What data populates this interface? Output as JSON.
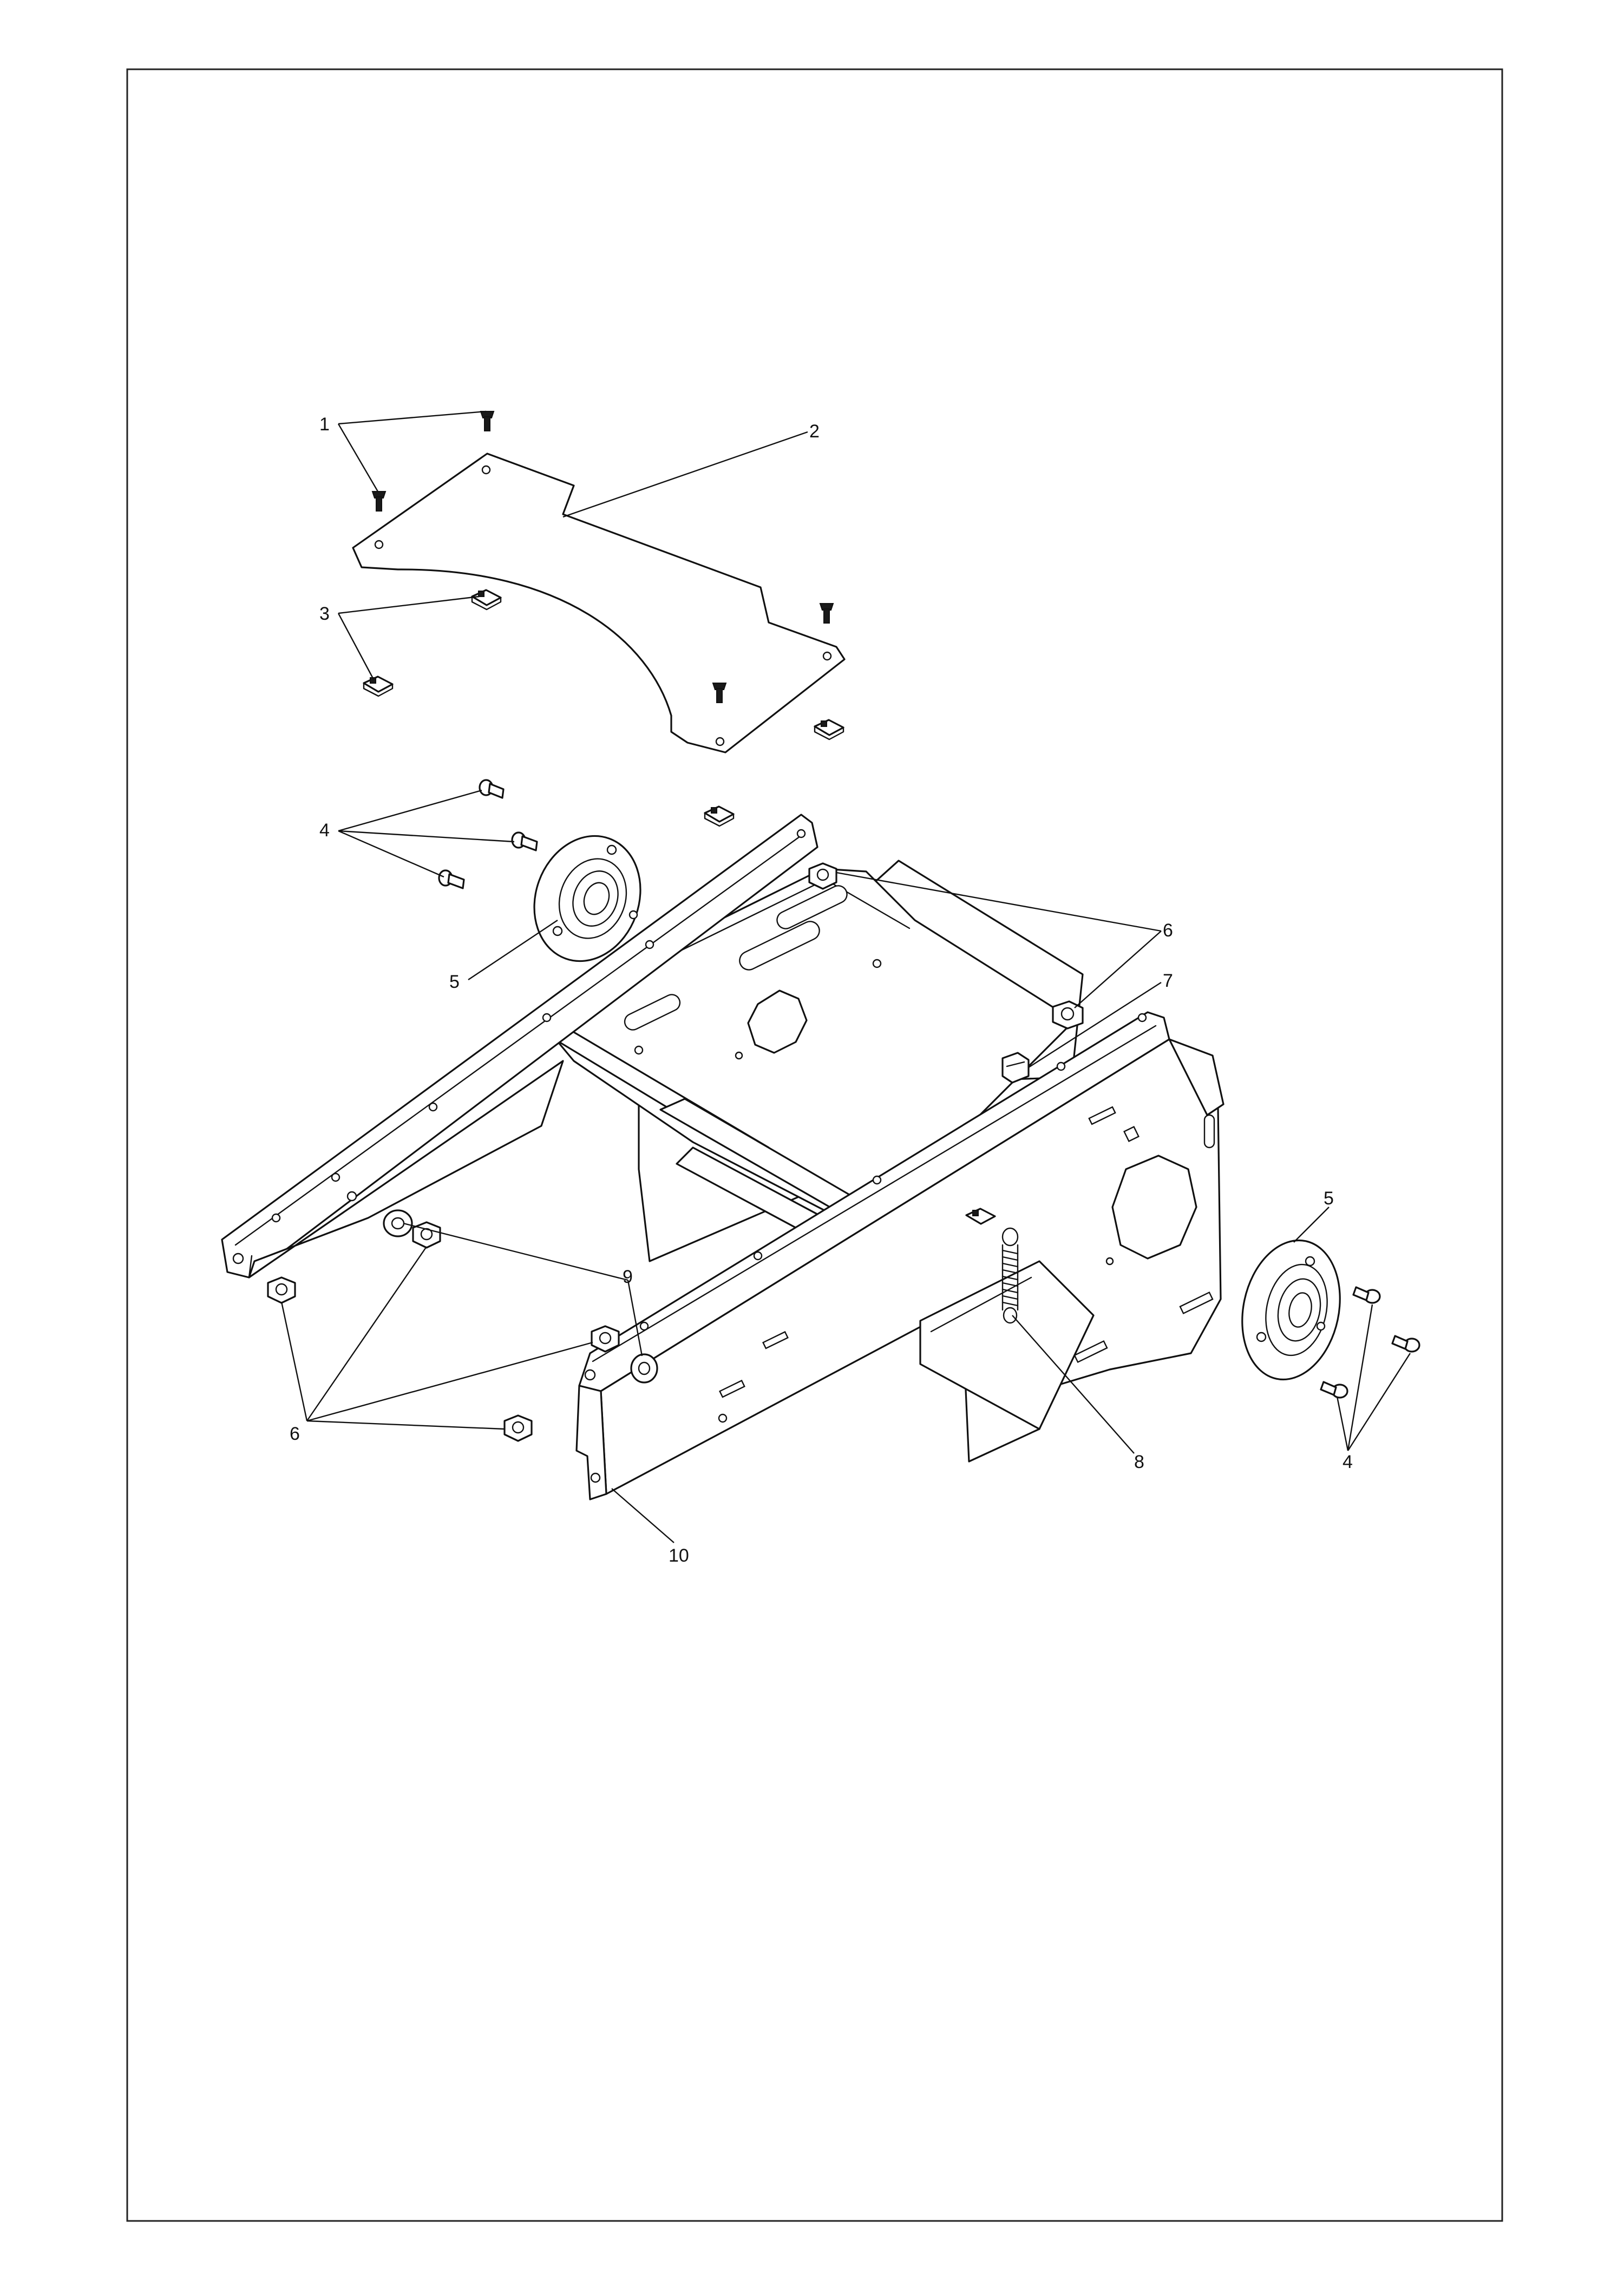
{
  "diagram": {
    "type": "exploded-parts-drawing",
    "callouts": [
      {
        "id": "c1",
        "label": "1"
      },
      {
        "id": "c2",
        "label": "2"
      },
      {
        "id": "c3",
        "label": "3"
      },
      {
        "id": "c4a",
        "label": "4"
      },
      {
        "id": "c5a",
        "label": "5"
      },
      {
        "id": "c6a",
        "label": "6"
      },
      {
        "id": "c7",
        "label": "7"
      },
      {
        "id": "c5b",
        "label": "5"
      },
      {
        "id": "c9",
        "label": "9"
      },
      {
        "id": "c6b",
        "label": "6"
      },
      {
        "id": "c8",
        "label": "8"
      },
      {
        "id": "c4b",
        "label": "4"
      },
      {
        "id": "c10",
        "label": "10"
      }
    ]
  }
}
